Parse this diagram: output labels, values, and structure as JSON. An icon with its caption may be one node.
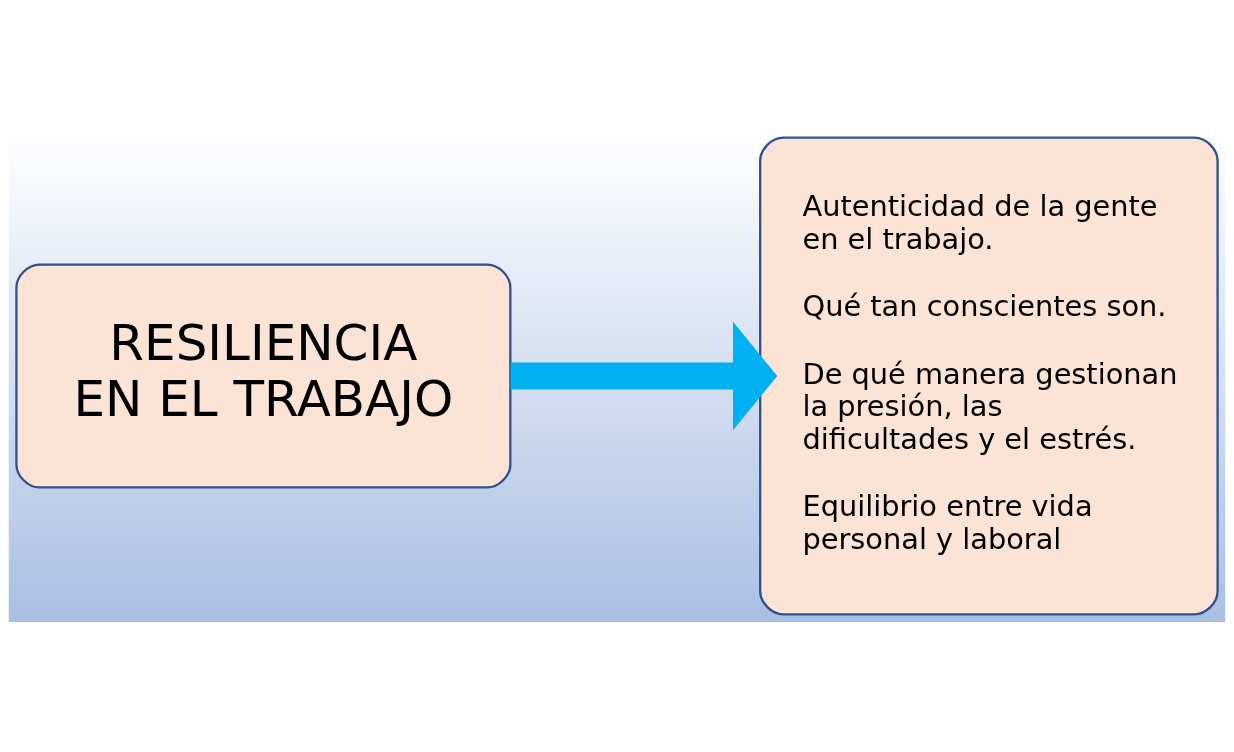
{
  "diagram": {
    "nodes": [
      {
        "text": [
          "RESILIENCIA EN EL TRABAJO"
        ]
      },
      {
        "text": [
          "Autenticidad de la gente en el trabajo.",
          "Qué tan conscientes son.",
          "De qué manera gestionan la presión, las dificultades y el estrés.",
          "Equilibrio entre vida personal y laboral"
        ]
      }
    ],
    "edges": [
      {
        "from": 0,
        "to": 1,
        "arrow": "to"
      }
    ]
  }
}
